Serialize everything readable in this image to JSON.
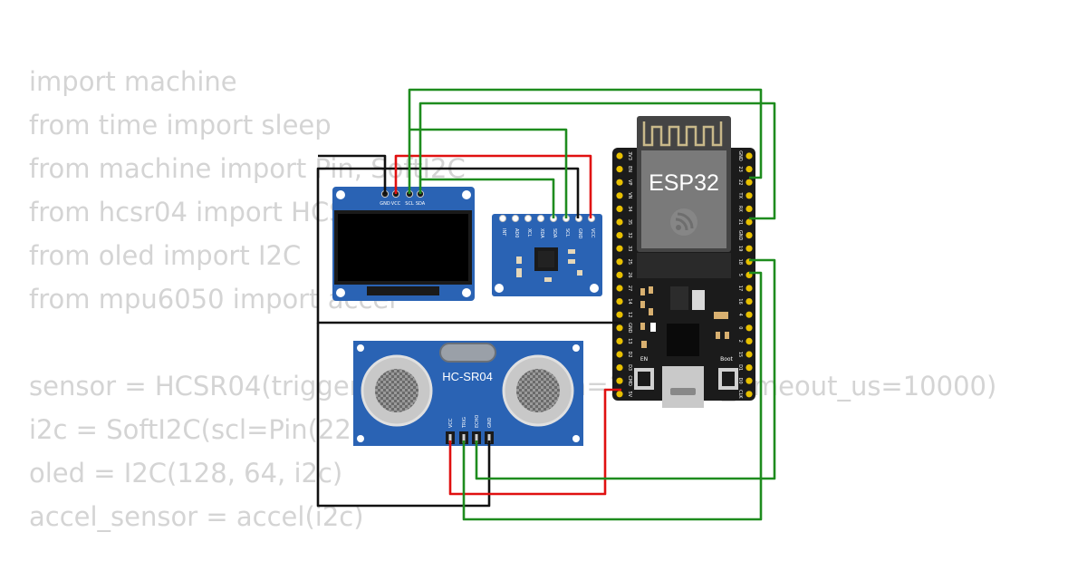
{
  "code_lines": [
    "import machine",
    "from time import sleep",
    "from machine import Pin, SoftI2C",
    "from hcsr04 import HCSR04",
    "from oled import I2C",
    "from mpu6050 import accel",
    "",
    "sensor = HCSR04(trigger_pin=5, echo_pin=18, echo_timeout_us=10000)",
    "i2c = SoftI2C(scl=Pin(22), sda=Pin(21))",
    "oled = I2C(128, 64, i2c)",
    "accel_sensor = accel(i2c)"
  ],
  "esp32": {
    "title": "ESP32",
    "left_pins": [
      "3V3",
      "EN",
      "VP",
      "VN",
      "34",
      "35",
      "32",
      "33",
      "25",
      "26",
      "27",
      "14",
      "12",
      "GND",
      "13",
      "D2",
      "D3",
      "CMD",
      "5V"
    ],
    "right_pins": [
      "GND",
      "23",
      "22",
      "TX",
      "RX",
      "21",
      "GND",
      "19",
      "18",
      "5",
      "17",
      "16",
      "4",
      "0",
      "2",
      "15",
      "D1",
      "D0",
      "CLK"
    ],
    "en_label": "EN",
    "boot_label": "Boot"
  },
  "oled": {
    "pins": [
      "GND",
      "VCC",
      "SCL",
      "SDA"
    ]
  },
  "mpu6050": {
    "pins": [
      "INT",
      "AD0",
      "XCL",
      "XDA",
      "SDA",
      "SCL",
      "GND",
      "VCC"
    ]
  },
  "hcsr04": {
    "title": "HC-SR04",
    "pins": [
      "VCC",
      "TRIG",
      "ECHO",
      "GND"
    ]
  },
  "colors": {
    "wire_green": "#1e8c1e",
    "wire_red": "#e01010",
    "wire_black": "#111111",
    "board_blue": "#2a63b4",
    "esp_black": "#1b1b1b",
    "pin_gold": "#e8c000"
  }
}
